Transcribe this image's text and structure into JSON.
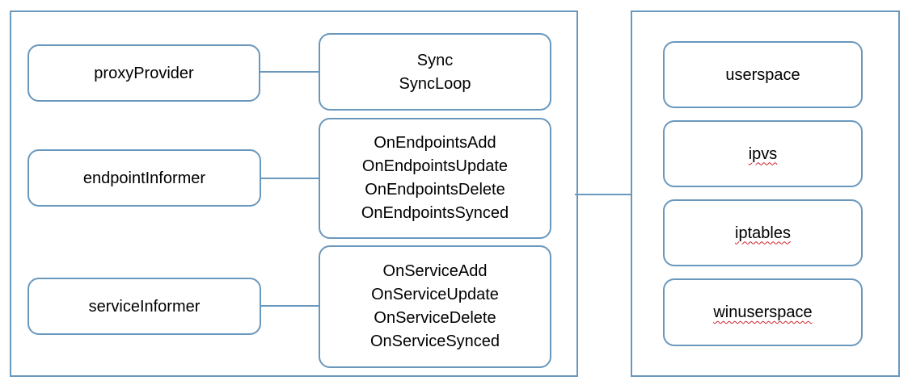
{
  "left_panel": {
    "sources": [
      {
        "label": "proxyProvider"
      },
      {
        "label": "endpointInformer"
      },
      {
        "label": "serviceInformer"
      }
    ],
    "handlers": [
      {
        "lines": [
          "Sync",
          "SyncLoop"
        ]
      },
      {
        "lines": [
          "OnEndpointsAdd",
          "OnEndpointsUpdate",
          "OnEndpointsDelete",
          "OnEndpointsSynced"
        ]
      },
      {
        "lines": [
          "OnServiceAdd",
          "OnServiceUpdate",
          "OnServiceDelete",
          "OnServiceSynced"
        ]
      }
    ]
  },
  "right_panel": {
    "modes": [
      {
        "label": "userspace",
        "spellcheck_flag": false
      },
      {
        "label": "ipvs",
        "spellcheck_flag": true
      },
      {
        "label": "iptables",
        "spellcheck_flag": true
      },
      {
        "label": "winuserspace",
        "spellcheck_flag": true
      }
    ]
  },
  "colors": {
    "border": "#6a98bd",
    "spellcheck_underline": "#d0242c",
    "background": "#ffffff"
  }
}
